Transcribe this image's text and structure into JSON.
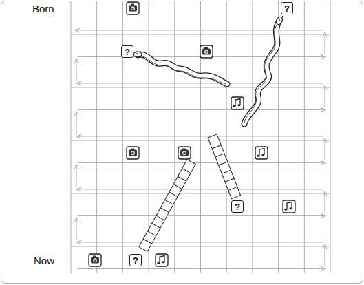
{
  "diagram": {
    "nodes": [
      {
        "text": [
          "?"
        ]
      },
      {
        "text": [
          "?"
        ]
      },
      {
        "text": [
          "?"
        ]
      },
      {
        "text": [
          "?"
        ]
      }
    ],
    "labels": [
      "Born",
      "Now"
    ]
  }
}
